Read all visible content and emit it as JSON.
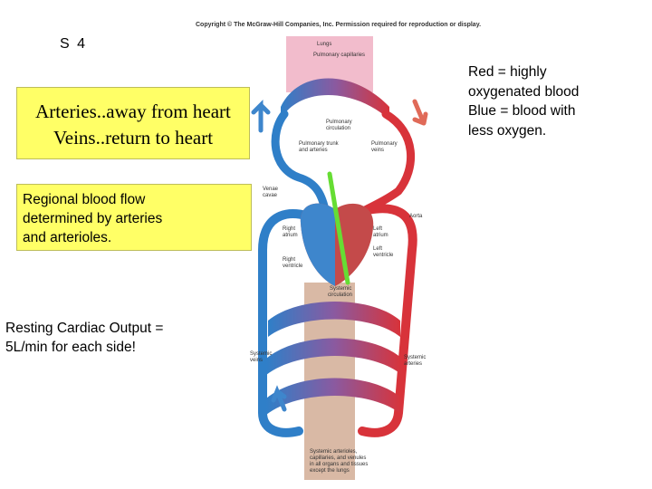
{
  "copyright": "Copyright © The McGraw-Hill Companies, Inc. Permission required for reproduction or display.",
  "slide_number": "S 4",
  "box_arteries": {
    "line1": "Arteries..away from heart",
    "line2": "Veins..return to heart"
  },
  "box_regional": {
    "line1": "Regional blood flow",
    "line2": "determined by arteries",
    "line3": "and arterioles."
  },
  "box_cardiac": {
    "line1": "Resting Cardiac Output =",
    "line2": "5L/min for each side!"
  },
  "legend": {
    "line1": "Red = highly",
    "line2": "oxygenated blood",
    "line3": "Blue = blood with",
    "line4": "less oxygen."
  },
  "diagram": {
    "lungs": "Lungs",
    "pulmonary_capillaries": "Pulmonary capillaries",
    "pulmonary_circulation_1": "Pulmonary",
    "pulmonary_circulation_2": "circulation",
    "pulmonary_trunk_1": "Pulmonary trunk",
    "pulmonary_trunk_2": "and arteries",
    "pulmonary_veins_1": "Pulmonary",
    "pulmonary_veins_2": "veins",
    "venae_cavae_1": "Venae",
    "venae_cavae_2": "cavae",
    "aorta": "Aorta",
    "right_atrium_1": "Right",
    "right_atrium_2": "atrium",
    "left_atrium_1": "Left",
    "left_atrium_2": "atrium",
    "left_ventricle_1": "Left",
    "left_ventricle_2": "ventricle",
    "right_ventricle_1": "Right",
    "right_ventricle_2": "ventricle",
    "systemic_circulation_1": "Systemic",
    "systemic_circulation_2": "circulation",
    "systemic_veins_1": "Systemic",
    "systemic_veins_2": "veins",
    "systemic_arteries_1": "Systemic",
    "systemic_arteries_2": "arteries",
    "systemic_capillaries_1": "Systemic arterioles,",
    "systemic_capillaries_2": "capillaries, and venules",
    "systemic_capillaries_3": "in all organs and tissues",
    "systemic_capillaries_4": "except the lungs"
  },
  "colors": {
    "oxygenated": "#d8333a",
    "deoxygenated": "#2f7fc8",
    "lung_zone": "#f2bccc",
    "systemic_zone": "#d9b9a5",
    "highlight_box": "#ffff66",
    "marker_line": "#66dd33"
  }
}
